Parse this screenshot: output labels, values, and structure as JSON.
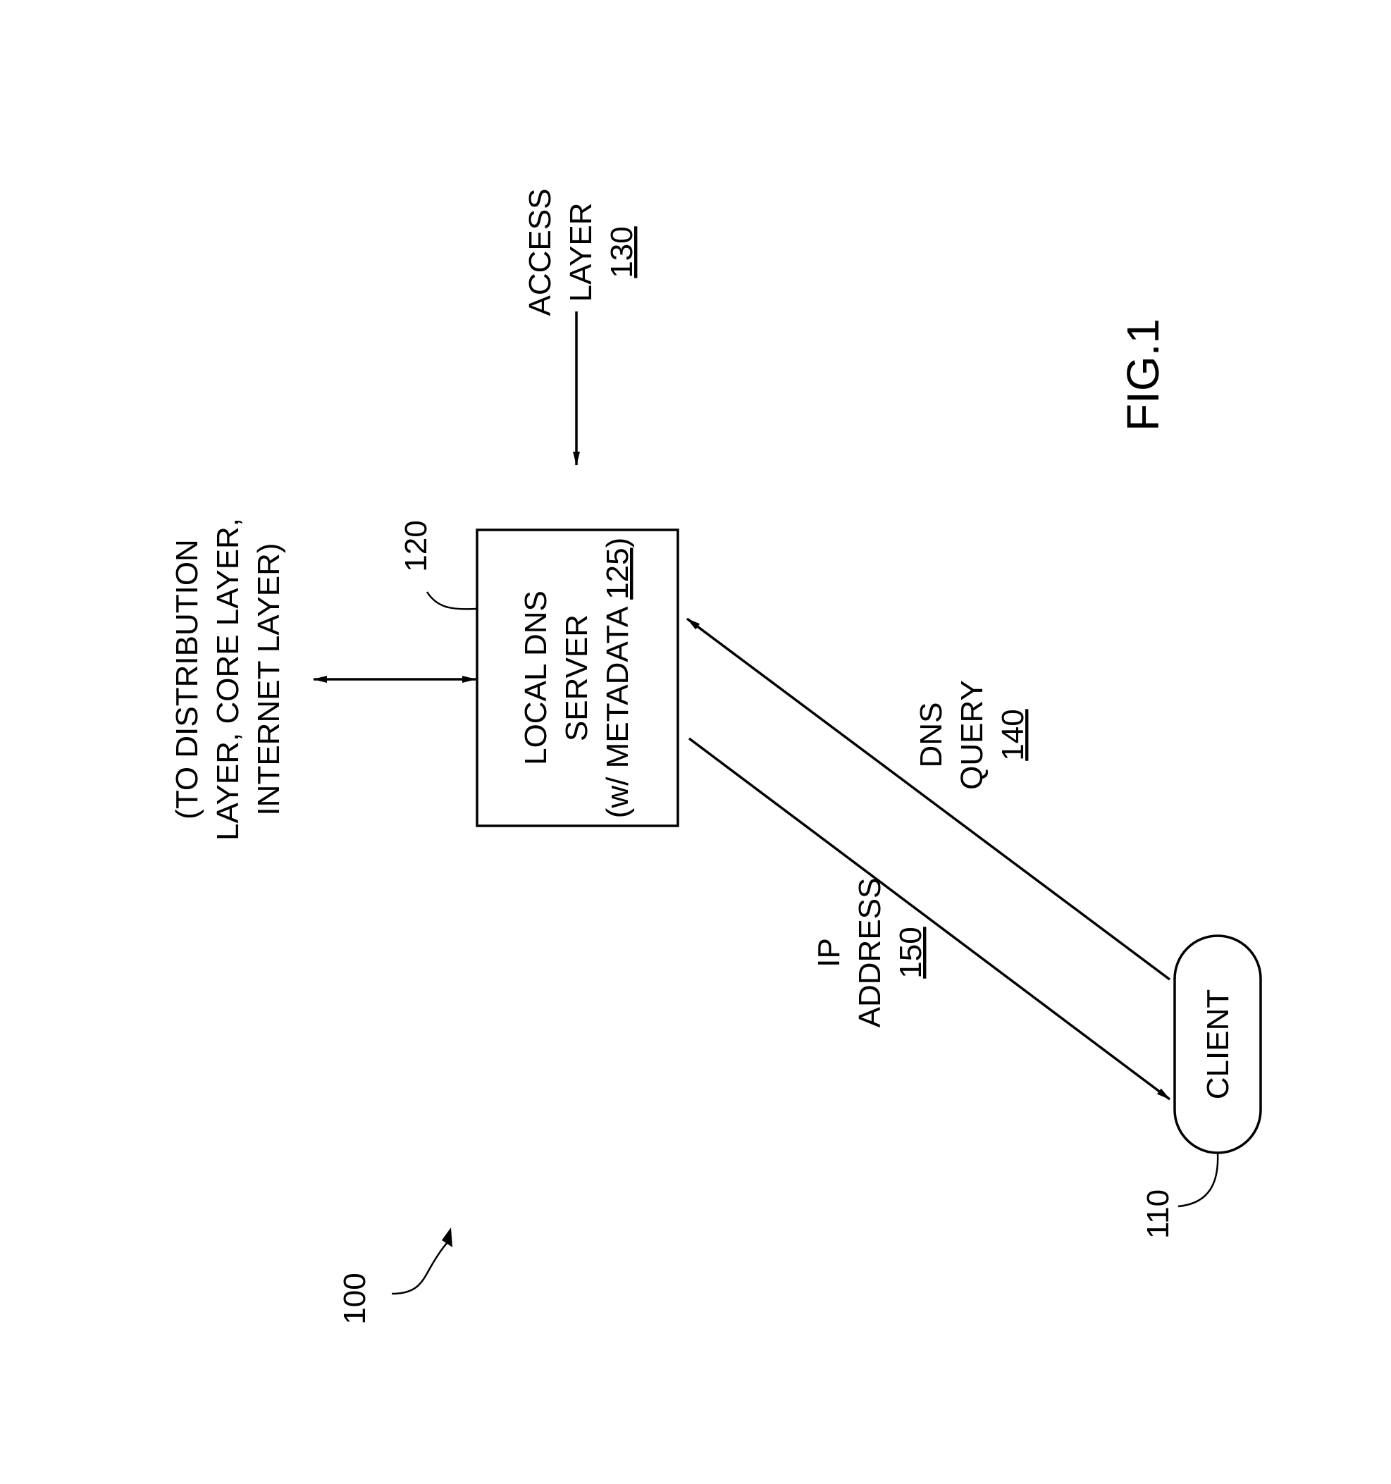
{
  "figure": {
    "title": "FIG.1",
    "system_ref": "100"
  },
  "server": {
    "ref": "120",
    "line1": "LOCAL DNS",
    "line2": "SERVER",
    "line3_prefix": "(w/ METADATA ",
    "line3_ref": "125",
    "line3_suffix": ")"
  },
  "client": {
    "ref": "110",
    "label": "CLIENT"
  },
  "access_layer": {
    "line1": "ACCESS",
    "line2": "LAYER",
    "ref": "130"
  },
  "upstream": {
    "line1": "(TO DISTRIBUTION",
    "line2": "LAYER, CORE LAYER,",
    "line3": "INTERNET LAYER)"
  },
  "dns_query": {
    "line1": "DNS",
    "line2": "QUERY",
    "ref": "140"
  },
  "ip_address": {
    "line1": "IP",
    "line2": "ADDRESS",
    "ref": "150"
  }
}
